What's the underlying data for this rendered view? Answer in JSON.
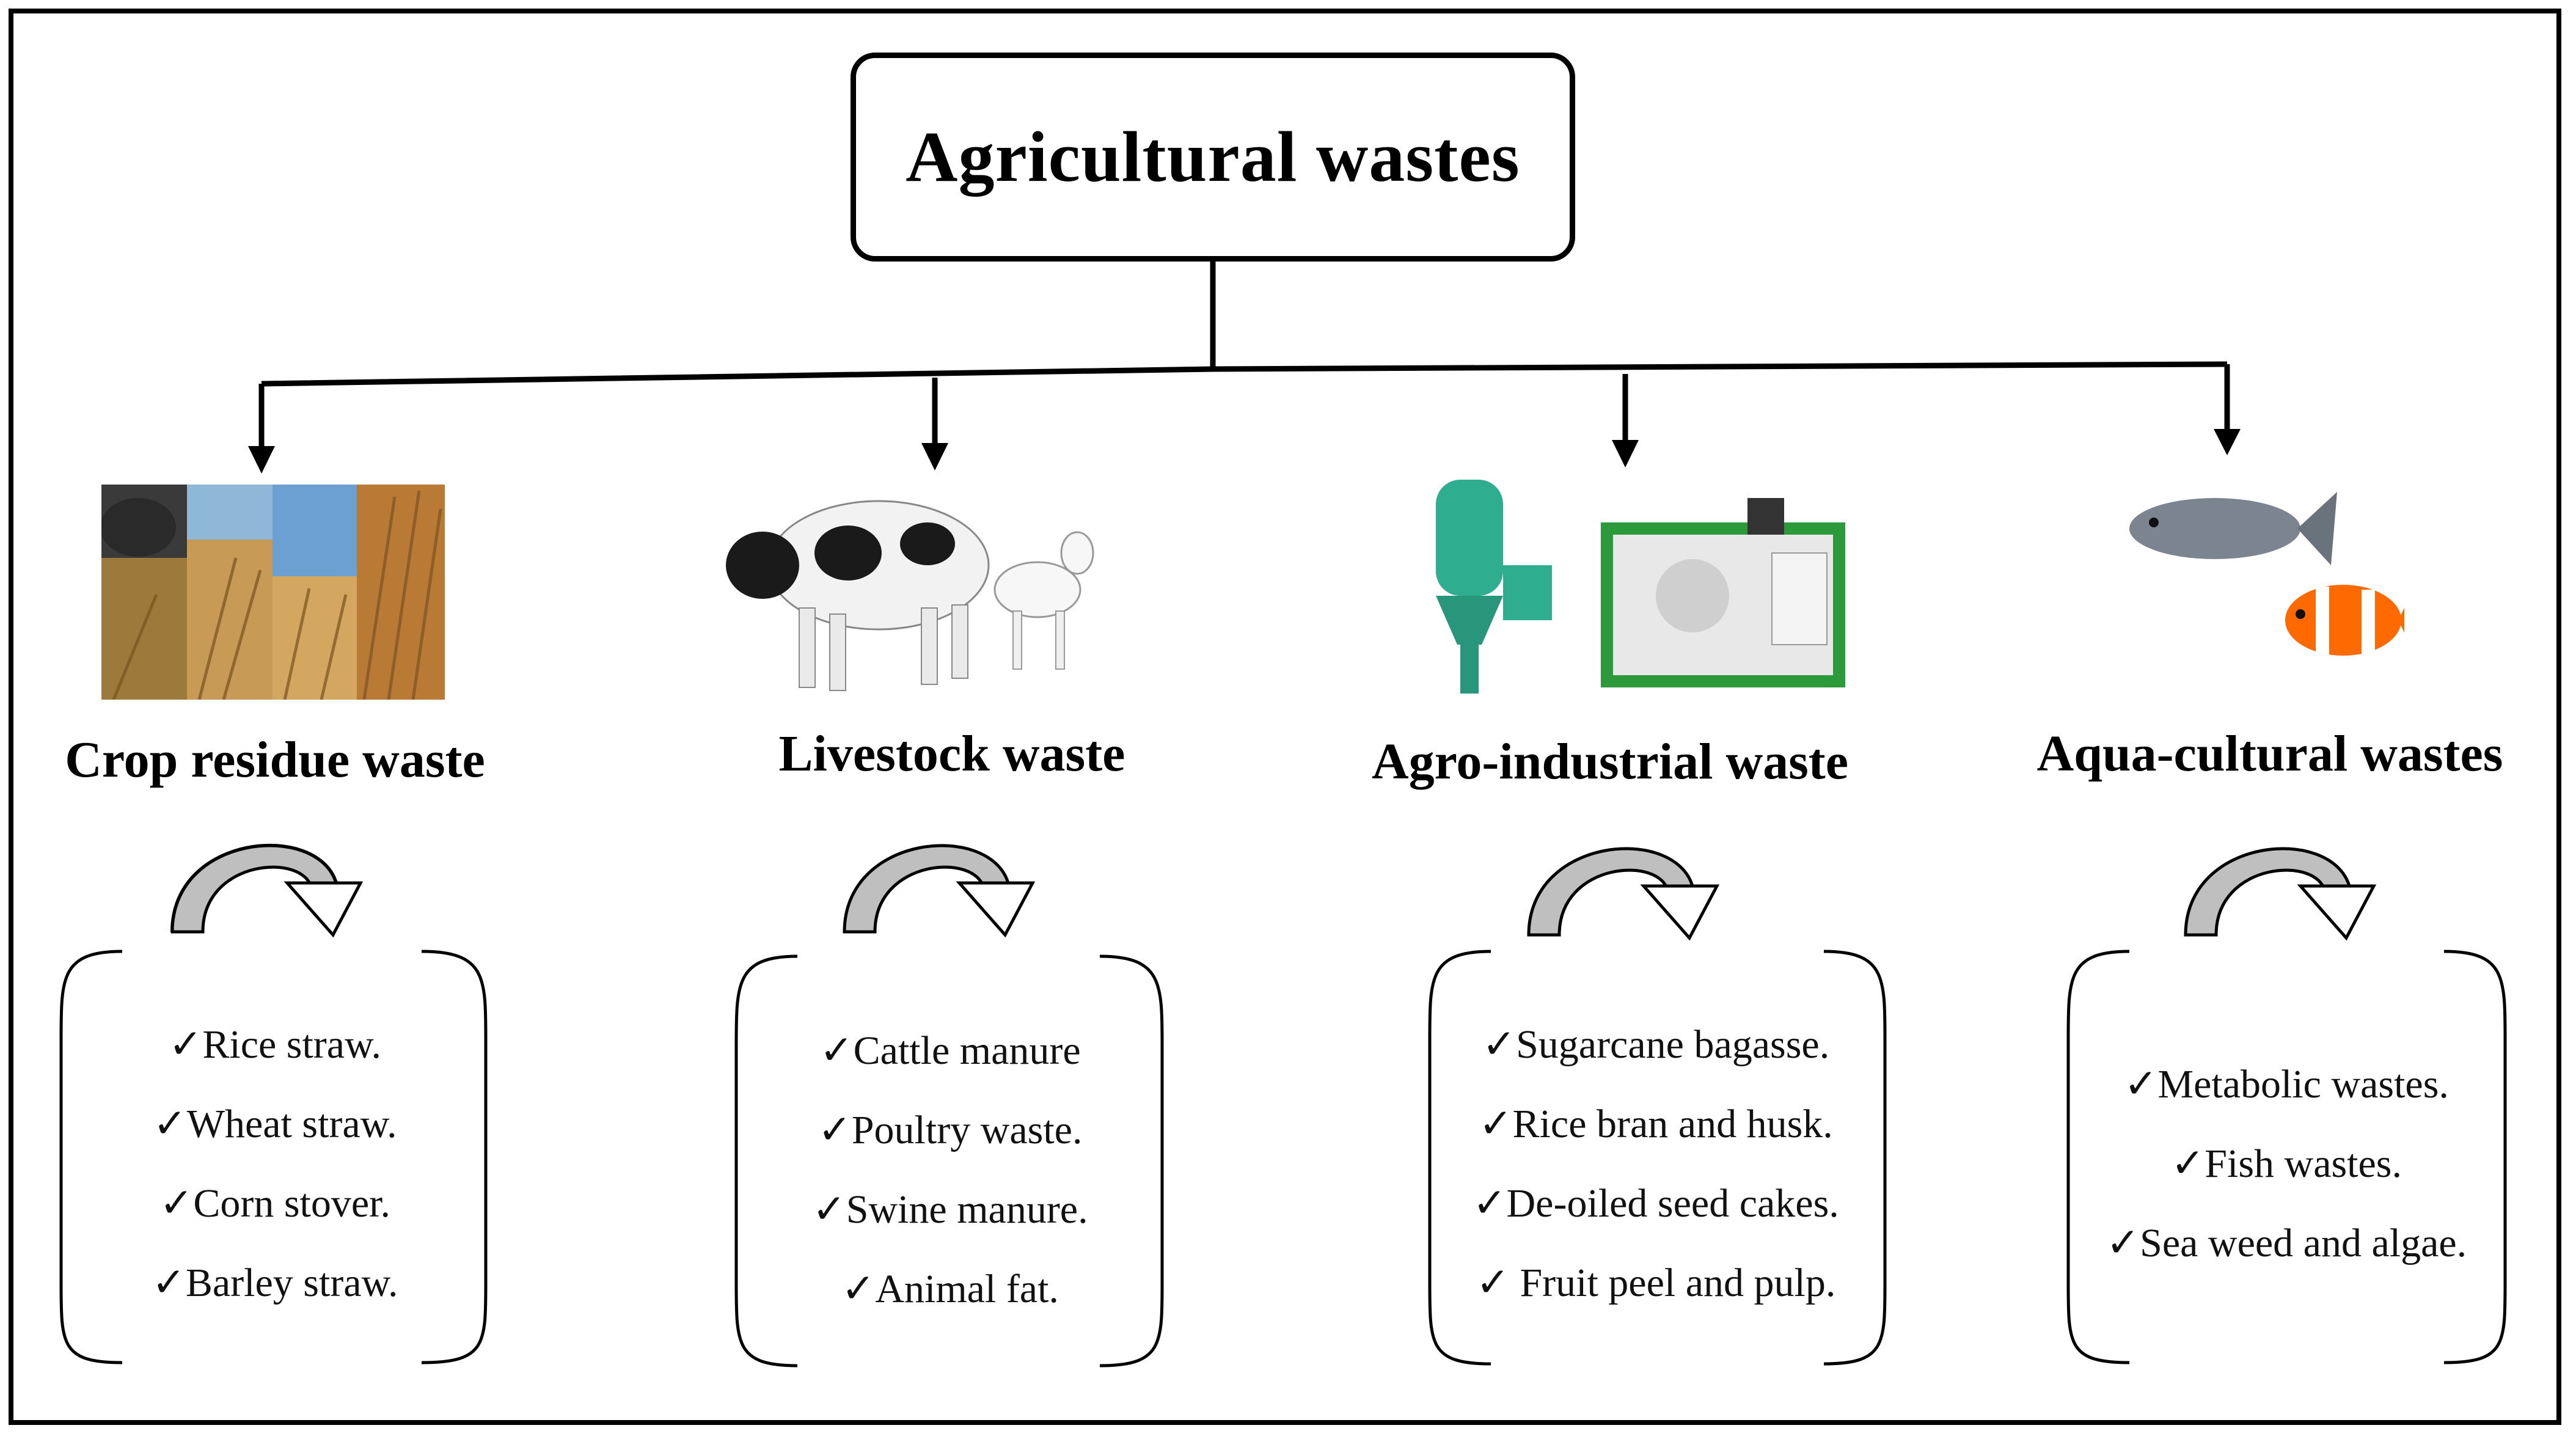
{
  "title": "Agricultural wastes",
  "categories": [
    {
      "label": "Crop residue waste",
      "picture": "straw-bales-photo",
      "items": [
        "✓Rice straw.",
        "✓Wheat straw.",
        "✓Corn stover.",
        "✓Barley straw."
      ]
    },
    {
      "label": "Livestock waste",
      "picture": "cow-and-goat-photo",
      "items": [
        "✓Cattle manure",
        "✓Poultry waste.",
        "✓Swine manure.",
        "✓Animal fat."
      ]
    },
    {
      "label": "Agro-industrial waste",
      "picture": "processing-machinery-photo",
      "items": [
        "✓Sugarcane bagasse.",
        "✓Rice bran and husk.",
        "✓De-oiled seed cakes.",
        "✓ Fruit peel and pulp."
      ]
    },
    {
      "label": "Aqua-cultural wastes",
      "picture": "fish-photo",
      "items": [
        "✓Metabolic wastes.",
        "✓Fish wastes.",
        "✓Sea weed and algae."
      ]
    }
  ],
  "colors": {
    "lines": "#000000",
    "curved_arrow_fill": "#bfbfbf",
    "curved_arrow_head": "#ffffff"
  }
}
